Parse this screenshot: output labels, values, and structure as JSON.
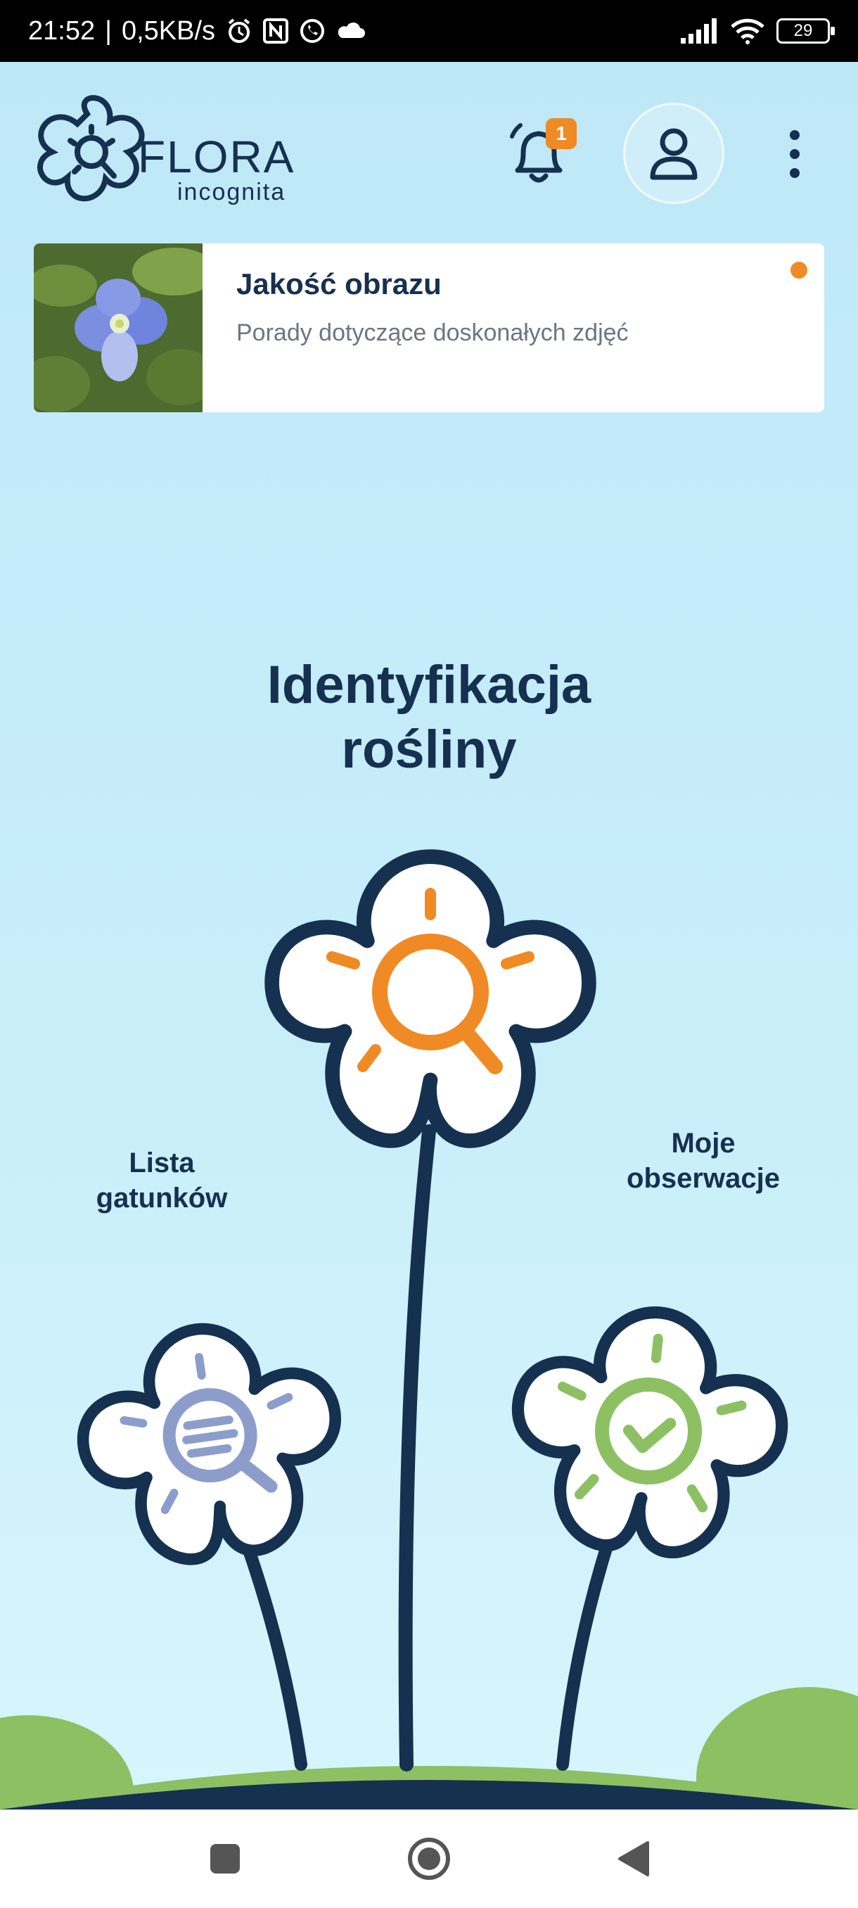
{
  "status_bar": {
    "time": "21:52",
    "separator": "|",
    "speed": "0,5KB/s",
    "battery": "29"
  },
  "header": {
    "logo_word": "FLORA",
    "logo_sub": "incognita",
    "notification_count": "1"
  },
  "tip_card": {
    "title": "Jakość obrazu",
    "subtitle": "Porady dotyczące doskonałych zdjęć"
  },
  "main": {
    "title_line1": "Identyfikacja",
    "title_line2": "rośliny",
    "species_list_line1": "Lista",
    "species_list_line2": "gatunków",
    "observations_line1": "Moje",
    "observations_line2": "obserwacje"
  },
  "colors": {
    "navy": "#163050",
    "orange": "#f08a24",
    "lavender": "#8d9dcb",
    "green": "#8cc063",
    "sky": "#bfe8f7"
  }
}
